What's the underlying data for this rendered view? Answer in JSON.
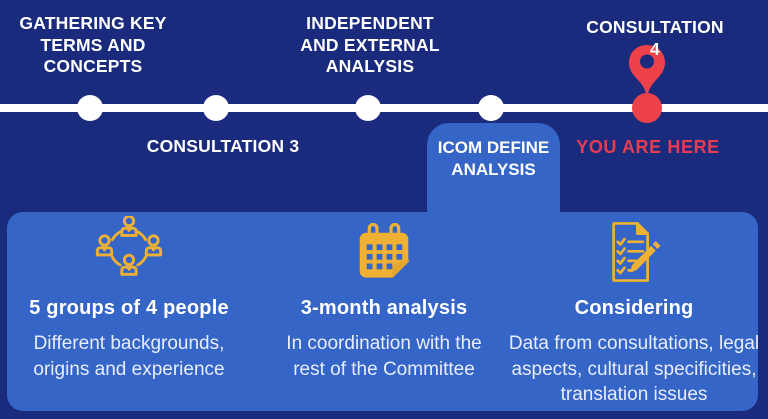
{
  "colors": {
    "background_navy": "#1a2b7e",
    "panel_blue": "#3565c7",
    "icon_gold": "#efb134",
    "pin_red": "#ee4149",
    "here_red": "#e83d51",
    "timeline_white": "#ffffff"
  },
  "timeline": {
    "stages_above": [
      {
        "label": "GATHERING KEY\nTERMS AND\nCONCEPTS"
      },
      {
        "label": "INDEPENDENT\nAND EXTERNAL\nANALYSIS"
      },
      {
        "label": "CONSULTATION 4"
      }
    ],
    "stage_below": "CONSULTATION 3",
    "current_tab": "ICOM DEFINE\nANALYSIS",
    "you_are_here": "YOU ARE HERE",
    "marker_icon": "location-pin-icon"
  },
  "details": {
    "columns": [
      {
        "icon": "people-group-icon",
        "title": "5 groups of 4 people",
        "body": "Different backgrounds,\norigins and experience"
      },
      {
        "icon": "calendar-icon",
        "title": "3-month analysis",
        "body": "In coordination with the\nrest of the Committee"
      },
      {
        "icon": "checklist-pencil-icon",
        "title": "Considering",
        "body": "Data from consultations, legal\naspects, cultural specificities,\ntranslation issues"
      }
    ]
  }
}
